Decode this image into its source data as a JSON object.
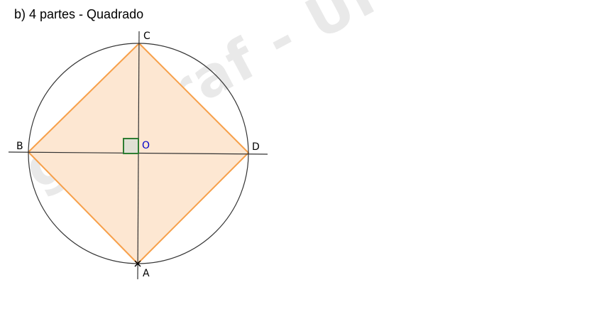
{
  "title": "b) 4 partes - Quadrado",
  "watermark": "geegraf - UFPR",
  "points": {
    "a": "A",
    "b": "B",
    "c": "C",
    "d": "D",
    "o": "O"
  },
  "colors": {
    "square_stroke": "#f7a04a",
    "square_fill": "#fde7d2",
    "right_angle_stroke": "#2e7d32",
    "right_angle_fill": "#e0e0d4",
    "center_label": "#0000cc",
    "circle_stroke": "#333333"
  }
}
